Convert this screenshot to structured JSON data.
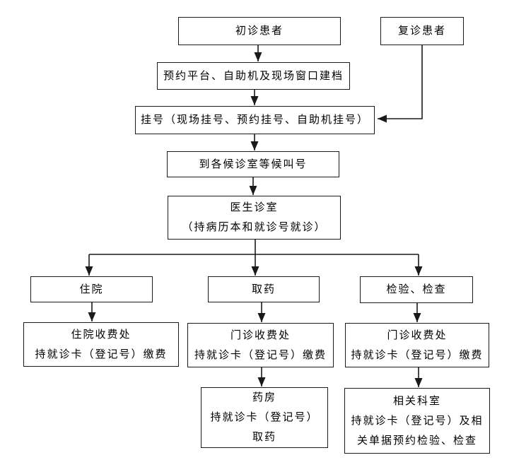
{
  "diagram": {
    "type": "flowchart",
    "colors": {
      "line": "#1a1a1a",
      "box_border": "#1a1a1a",
      "background": "#ffffff",
      "text": "#000000"
    },
    "nodes": {
      "first_visit": [
        "初诊患者"
      ],
      "return_visit": [
        "复诊患者"
      ],
      "create_file": [
        "预约平台、自助机及现场窗口建档"
      ],
      "register": [
        "挂号（现场挂号、预约挂号、自助机挂号）"
      ],
      "wait_call": [
        "到各候诊室等候叫号"
      ],
      "doctor_room": [
        "医生诊室",
        "（持病历本和就诊号就诊）"
      ],
      "hospitalize": [
        "住院"
      ],
      "take_medicine": [
        "取药"
      ],
      "lab_exam": [
        "检验、检查"
      ],
      "inpatient_fee": [
        "住院收费处",
        "持就诊卡（登记号）缴费"
      ],
      "outpatient_fee_mid": [
        "门诊收费处",
        "持就诊卡（登记号）缴费"
      ],
      "outpatient_fee_right": [
        "门诊收费处",
        "持就诊卡（登记号）缴费"
      ],
      "pharmacy": [
        "药房",
        "持就诊卡（登记号）",
        "取药"
      ],
      "related_dept": [
        "相关科室",
        "持就诊卡（登记号）及相",
        "关单据预约检验、检查"
      ]
    }
  }
}
